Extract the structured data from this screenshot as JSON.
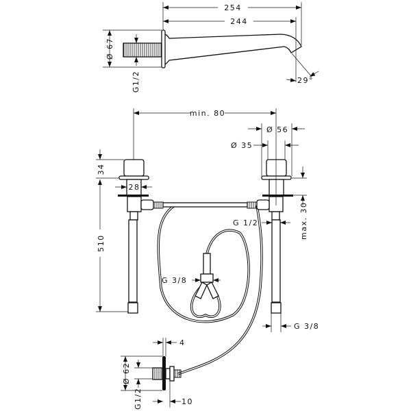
{
  "spout": {
    "dim_overall": "254",
    "dim_reach": "244",
    "dim_plate_diameter": "Ø 67",
    "dim_thread": "G1/2",
    "dim_angle": "29°"
  },
  "valves": {
    "dim_spacing": "min. 80",
    "dim_handle_diameter": "Ø 56",
    "dim_body_diameter": "Ø 35",
    "dim_handle_height": "34",
    "dim_body_width": "28",
    "dim_length": "510",
    "dim_deck": "max. 30",
    "dim_thread_valve": "G 1/2",
    "dim_thread_tee": "G 3/8",
    "dim_thread_supply": "G 3/8"
  },
  "outlet": {
    "dim_plate": "4",
    "dim_diameter": "Ø 62",
    "dim_thread": "G1/2",
    "dim_depth": "10"
  }
}
